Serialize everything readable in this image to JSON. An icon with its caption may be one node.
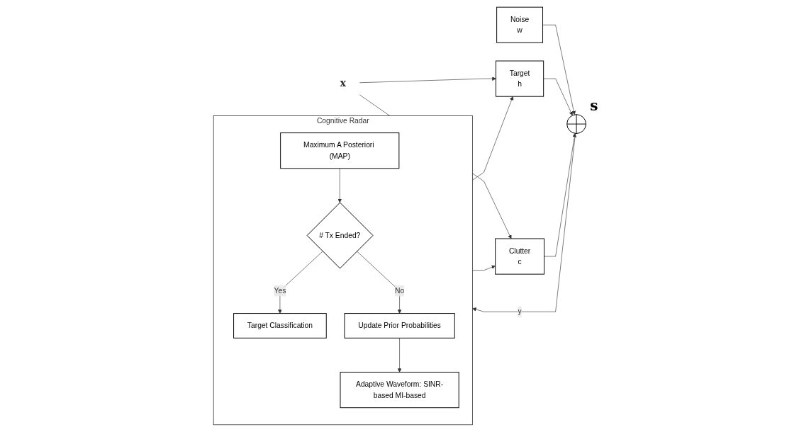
{
  "diagram": {
    "nodes": [
      {
        "text": [
          "x"
        ]
      },
      {
        "text": [
          "Noise",
          "w"
        ]
      },
      {
        "text": [
          "Target",
          "h"
        ]
      },
      {
        "text": [
          "Clutter",
          "c"
        ]
      },
      {
        "text": [],
        "shape": "circle",
        "beside": [
          "s"
        ]
      },
      {
        "text": [
          "Cognitive Radar"
        ]
      },
      {
        "text": [
          "Maximum A Posteriori (MAP)"
        ],
        "in": 5
      },
      {
        "text": [
          "# Tx Ended?"
        ],
        "in": 5
      },
      {
        "text": [
          "Target Classification"
        ],
        "in": 5
      },
      {
        "text": [
          "Update Prior Probabilities"
        ],
        "in": 5
      },
      {
        "text": [
          "Adaptive Waveform: SINR-based MI-based"
        ],
        "in": 5
      }
    ],
    "edges": [
      {
        "from": 0,
        "to": 2,
        "arrow": "to"
      },
      {
        "from": 0,
        "to": 3,
        "arrow": "to"
      },
      {
        "from": 1,
        "to": 4,
        "arrow": "to"
      },
      {
        "from": 2,
        "to": 4,
        "arrow": "to"
      },
      {
        "from": 3,
        "to": 4,
        "arrow": "to"
      },
      {
        "from": 4,
        "to": 5,
        "arrow": "to",
        "label": "y"
      },
      {
        "from": 6,
        "to": 7,
        "arrow": "to"
      },
      {
        "from": 7,
        "to": 8,
        "arrow": "to",
        "label": "Yes"
      },
      {
        "from": 7,
        "to": 9,
        "arrow": "to",
        "label": "No"
      },
      {
        "from": 9,
        "to": 10,
        "arrow": "to"
      },
      {
        "from": 5,
        "to": 2,
        "arrow": "to"
      },
      {
        "from": 5,
        "to": 3,
        "arrow": "to"
      }
    ]
  }
}
